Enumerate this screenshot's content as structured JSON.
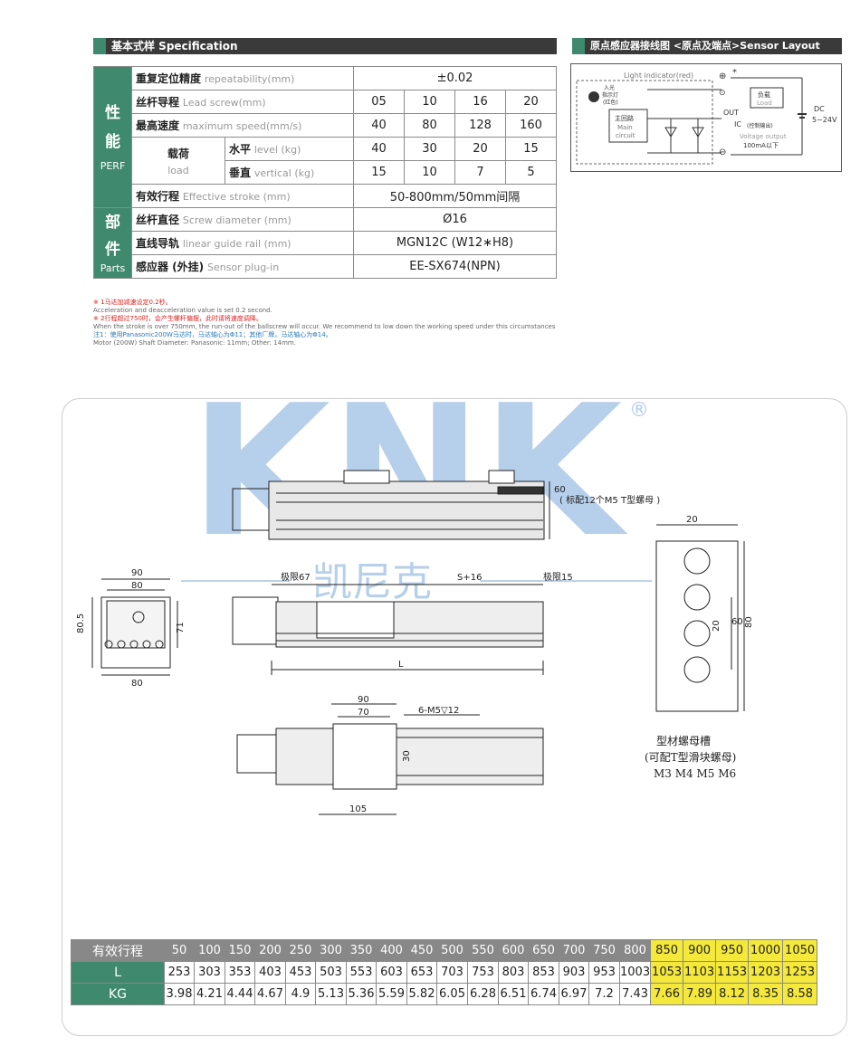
{
  "spec_header": "基本式样 Specification",
  "sensor_header": "原点感应器接线图 <原点及端点>Sensor Layout",
  "spec": {
    "perf_cn1": "性",
    "perf_cn2": "能",
    "perf_en": "PERF",
    "parts_cn1": "部",
    "parts_cn2": "件",
    "parts_en": "Parts",
    "repeat_cn": "重复定位精度",
    "repeat_en": "repeatability(mm)",
    "repeat_val": "±0.02",
    "lead_cn": "丝杆导程",
    "lead_en": "Lead screw(mm)",
    "lead_vals": [
      "05",
      "10",
      "16",
      "20"
    ],
    "speed_cn": "最高速度",
    "speed_en": "maximum speed(mm/s)",
    "speed_vals": [
      "40",
      "80",
      "128",
      "160"
    ],
    "load_cn": "载荷",
    "load_en": "load",
    "level_cn": "水平",
    "level_en": "level (kg)",
    "level_vals": [
      "40",
      "30",
      "20",
      "15"
    ],
    "vert_cn": "垂直",
    "vert_en": "vertical (kg)",
    "vert_vals": [
      "15",
      "10",
      "7",
      "5"
    ],
    "stroke_cn": "有效行程",
    "stroke_en": "Effective stroke (mm)",
    "stroke_val": "50-800mm/50mm间隔",
    "screw_cn": "丝杆直径",
    "screw_en": "Screw diameter (mm)",
    "screw_val": "Ø16",
    "rail_cn": "直线导轨",
    "rail_en": "linear guide rail (mm)",
    "rail_val": "MGN12C (W12∗H8)",
    "sensor_cn": "感应器 (外挂)",
    "sensor_en": "Sensor plug-in",
    "sensor_val": "EE-SX674(NPN)"
  },
  "notes": {
    "n1_cn": "※ 1马达加减速设定0.2秒。",
    "n1_en": "Acceleration and deacceleration value is set 0.2 second.",
    "n2_cn": "※ 2行程超过750时，会产生螺杆偏摆，此时请将速度调降。",
    "n2_en": "When the stroke is over 750mm, the run-out of the ballscrew will occur. We recommend to low down the working speed under this circumstances",
    "n3_cn": "注1：使用Panasonic200W马达时，马达轴心为Φ11；其他厂牌，马达轴心为Φ14。",
    "n3_en": "Motor (200W) Shaft Diameter: Panasonic: 11mm; Other: 14mm."
  },
  "wiring": {
    "light_indicator": "Light indicator(red)",
    "star": "*",
    "led_cn1": "入光",
    "led_cn2": "指示灯",
    "led_cn3": "(红色)",
    "main_cn": "主回路",
    "main_en1": "Main",
    "main_en2": "circuit",
    "load_cn": "负载",
    "load_en": "Load",
    "out": "OUT",
    "ic": "IC",
    "ctrl": "(控制输出)",
    "vo": "Voltage output",
    "ma": "100mA以下",
    "dc": "DC",
    "dcv": "5~24V",
    "plus": "⊕",
    "minus": "⊖"
  },
  "drawing": {
    "top_60": "60",
    "t_nut": "( 标配12个M5 T型螺母 )",
    "lim67": "极限67",
    "s16": "S+16",
    "lim15": "极限15",
    "L": "L",
    "end_90": "90",
    "end_80_top": "80",
    "end_80_bot": "80",
    "end_805": "80.5",
    "end_71": "71",
    "plan_90": "90",
    "plan_70": "70",
    "plan_m5": "6-M5▽12",
    "plan_30": "30",
    "plan_105": "105",
    "prof_20": "20",
    "prof_20v": "20",
    "prof_60": "60",
    "prof_80": "80",
    "slot_cn1": "型材螺母槽",
    "slot_cn2": "(可配T型滑块螺母)",
    "slot_sizes": "M3 M4 M5 M6"
  },
  "watermark": {
    "brand": "KNK",
    "brand_cn": "凯尼克",
    "reg": "®"
  },
  "stroke_table": {
    "h_stroke": "有效行程",
    "h_L": "L",
    "h_KG": "KG",
    "strokes": [
      "50",
      "100",
      "150",
      "200",
      "250",
      "300",
      "350",
      "400",
      "450",
      "500",
      "550",
      "600",
      "650",
      "700",
      "750",
      "800",
      "850",
      "900",
      "950",
      "1000",
      "1050"
    ],
    "L": [
      "253",
      "303",
      "353",
      "403",
      "453",
      "503",
      "553",
      "603",
      "653",
      "703",
      "753",
      "803",
      "853",
      "903",
      "953",
      "1003",
      "1053",
      "1103",
      "1153",
      "1203",
      "1253"
    ],
    "KG": [
      "3.98",
      "4.21",
      "4.44",
      "4.67",
      "4.9",
      "5.13",
      "5.36",
      "5.59",
      "5.82",
      "6.05",
      "6.28",
      "6.51",
      "6.74",
      "6.97",
      "7.2",
      "7.43",
      "7.66",
      "7.89",
      "8.12",
      "8.35",
      "8.58"
    ],
    "highlight_from_index": 16
  },
  "colors": {
    "green": "#3f8a6e",
    "yellow": "#f4e93a",
    "header_gray": "#888888",
    "watermark_blue": "#7aa8d8",
    "watermark_red": "#e8a090"
  }
}
